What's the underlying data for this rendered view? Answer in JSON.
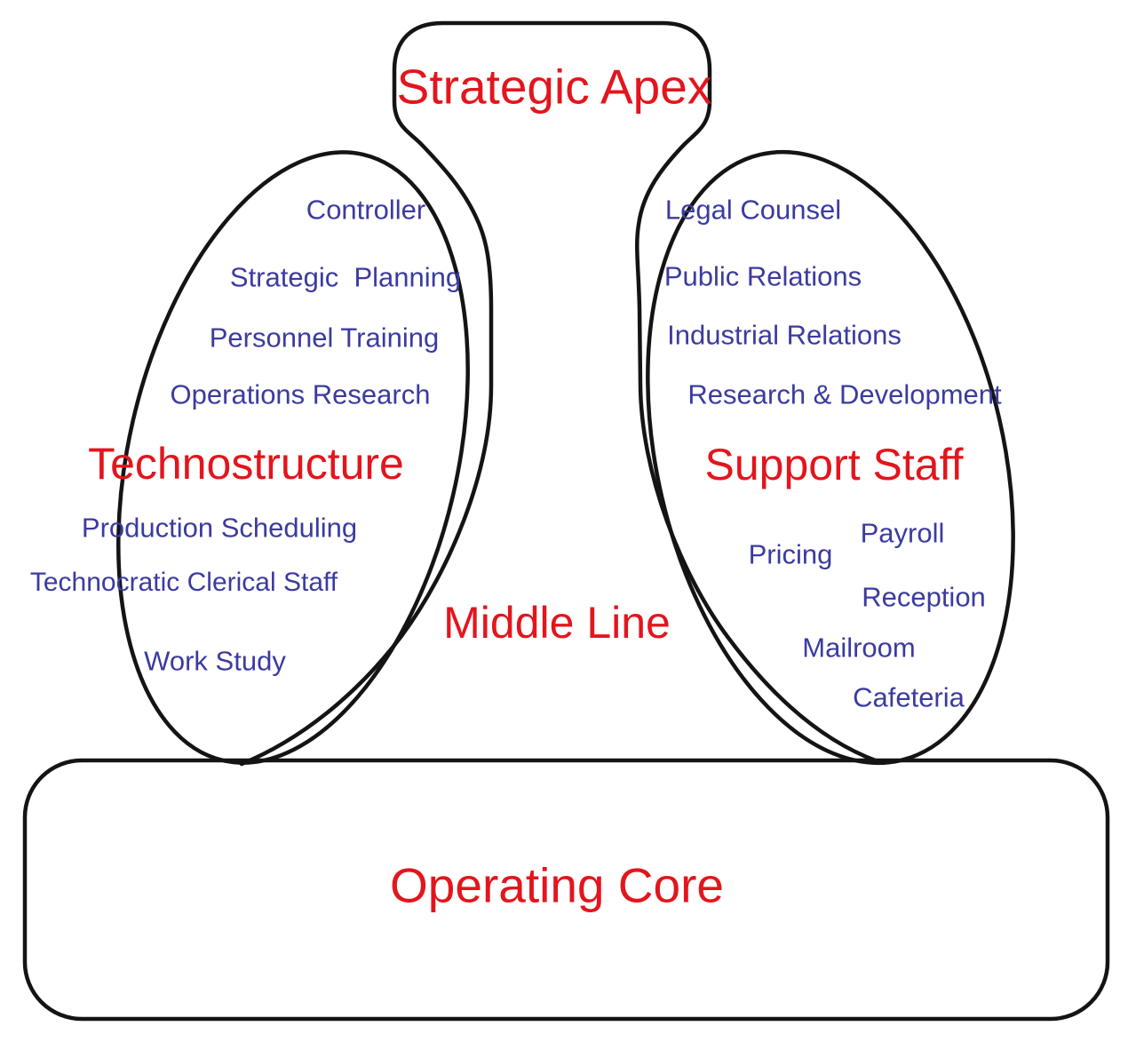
{
  "colors": {
    "heading_red": "#e3151d",
    "item_blue": "#3b3ba0",
    "outline_black": "#141414",
    "background": "#ffffff"
  },
  "sections": {
    "strategic_apex": {
      "label": "Strategic Apex"
    },
    "technostructure": {
      "label": "Technostructure",
      "items": {
        "controller": "Controller",
        "strategic_planning": "Strategic  Planning",
        "personnel_training": "Personnel Training",
        "operations_research": "Operations Research",
        "production_scheduling": "Production Scheduling",
        "technocratic_clerical_staff": "Technocratic Clerical Staff",
        "work_study": "Work Study"
      }
    },
    "middle_line": {
      "label": "Middle Line"
    },
    "support_staff": {
      "label": "Support Staff",
      "items": {
        "legal_counsel": "Legal Counsel",
        "public_relations": "Public Relations",
        "industrial_relations": "Industrial Relations",
        "research_and_development": "Research & Development",
        "payroll": "Payroll",
        "pricing": "Pricing",
        "reception": "Reception",
        "mailroom": "Mailroom",
        "cafeteria": "Cafeteria"
      }
    },
    "operating_core": {
      "label": "Operating Core"
    }
  }
}
